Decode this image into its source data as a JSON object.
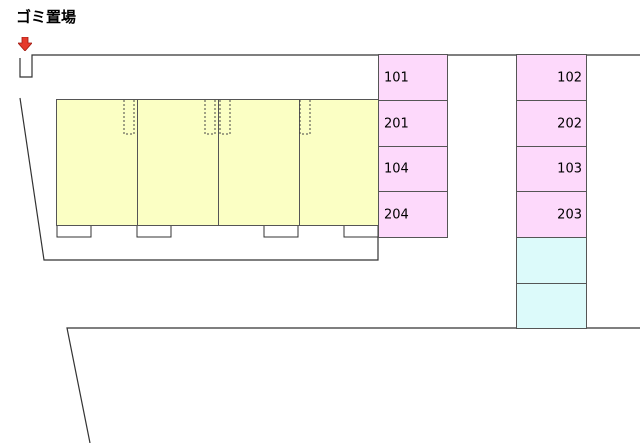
{
  "garbage": {
    "label": "ゴミ置場",
    "arrow_color": "#e53a2c"
  },
  "colors": {
    "building": "#fbffc4",
    "unit_pink": "#fdd9fb",
    "unit_cyan": "#dcfafa",
    "line": "#555555"
  },
  "units_left": [
    {
      "label": "101"
    },
    {
      "label": "201"
    },
    {
      "label": "104"
    },
    {
      "label": "204"
    }
  ],
  "units_right": [
    {
      "label": "102"
    },
    {
      "label": "202"
    },
    {
      "label": "103"
    },
    {
      "label": "203"
    },
    {
      "label": ""
    },
    {
      "label": ""
    }
  ]
}
